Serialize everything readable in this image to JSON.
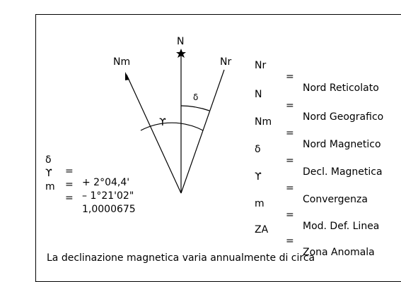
{
  "diagram": {
    "north_labels": {
      "true_north": "N",
      "grid_north": "Nr",
      "magnetic_north": "Nm"
    },
    "angle_labels": {
      "declination": "δ",
      "convergence": "ϒ"
    }
  },
  "parameters": [
    {
      "symbol": "δ",
      "eq": "=",
      "value": "+ 2°04,4'"
    },
    {
      "symbol": "ϒ",
      "eq": "=",
      "value": "– 1°21'02\""
    },
    {
      "symbol": "m",
      "eq": "=",
      "value": "1,0000675"
    }
  ],
  "legend": [
    {
      "symbol": "Nr",
      "eq": "=",
      "description": "Nord Reticolato"
    },
    {
      "symbol": "N",
      "eq": "=",
      "description": "Nord Geografico"
    },
    {
      "symbol": "Nm",
      "eq": "=",
      "description": "Nord Magnetico"
    },
    {
      "symbol": "δ",
      "eq": "=",
      "description": "Decl. Magnetica"
    },
    {
      "symbol": "ϒ",
      "eq": "=",
      "description": "Convergenza"
    },
    {
      "symbol": "m",
      "eq": "=",
      "description": "Mod. Def. Linea"
    },
    {
      "symbol": "ZA",
      "eq": "=",
      "description": "Zona Anomala"
    }
  ],
  "note": "La declinazione magnetica varia annualmente di circa"
}
